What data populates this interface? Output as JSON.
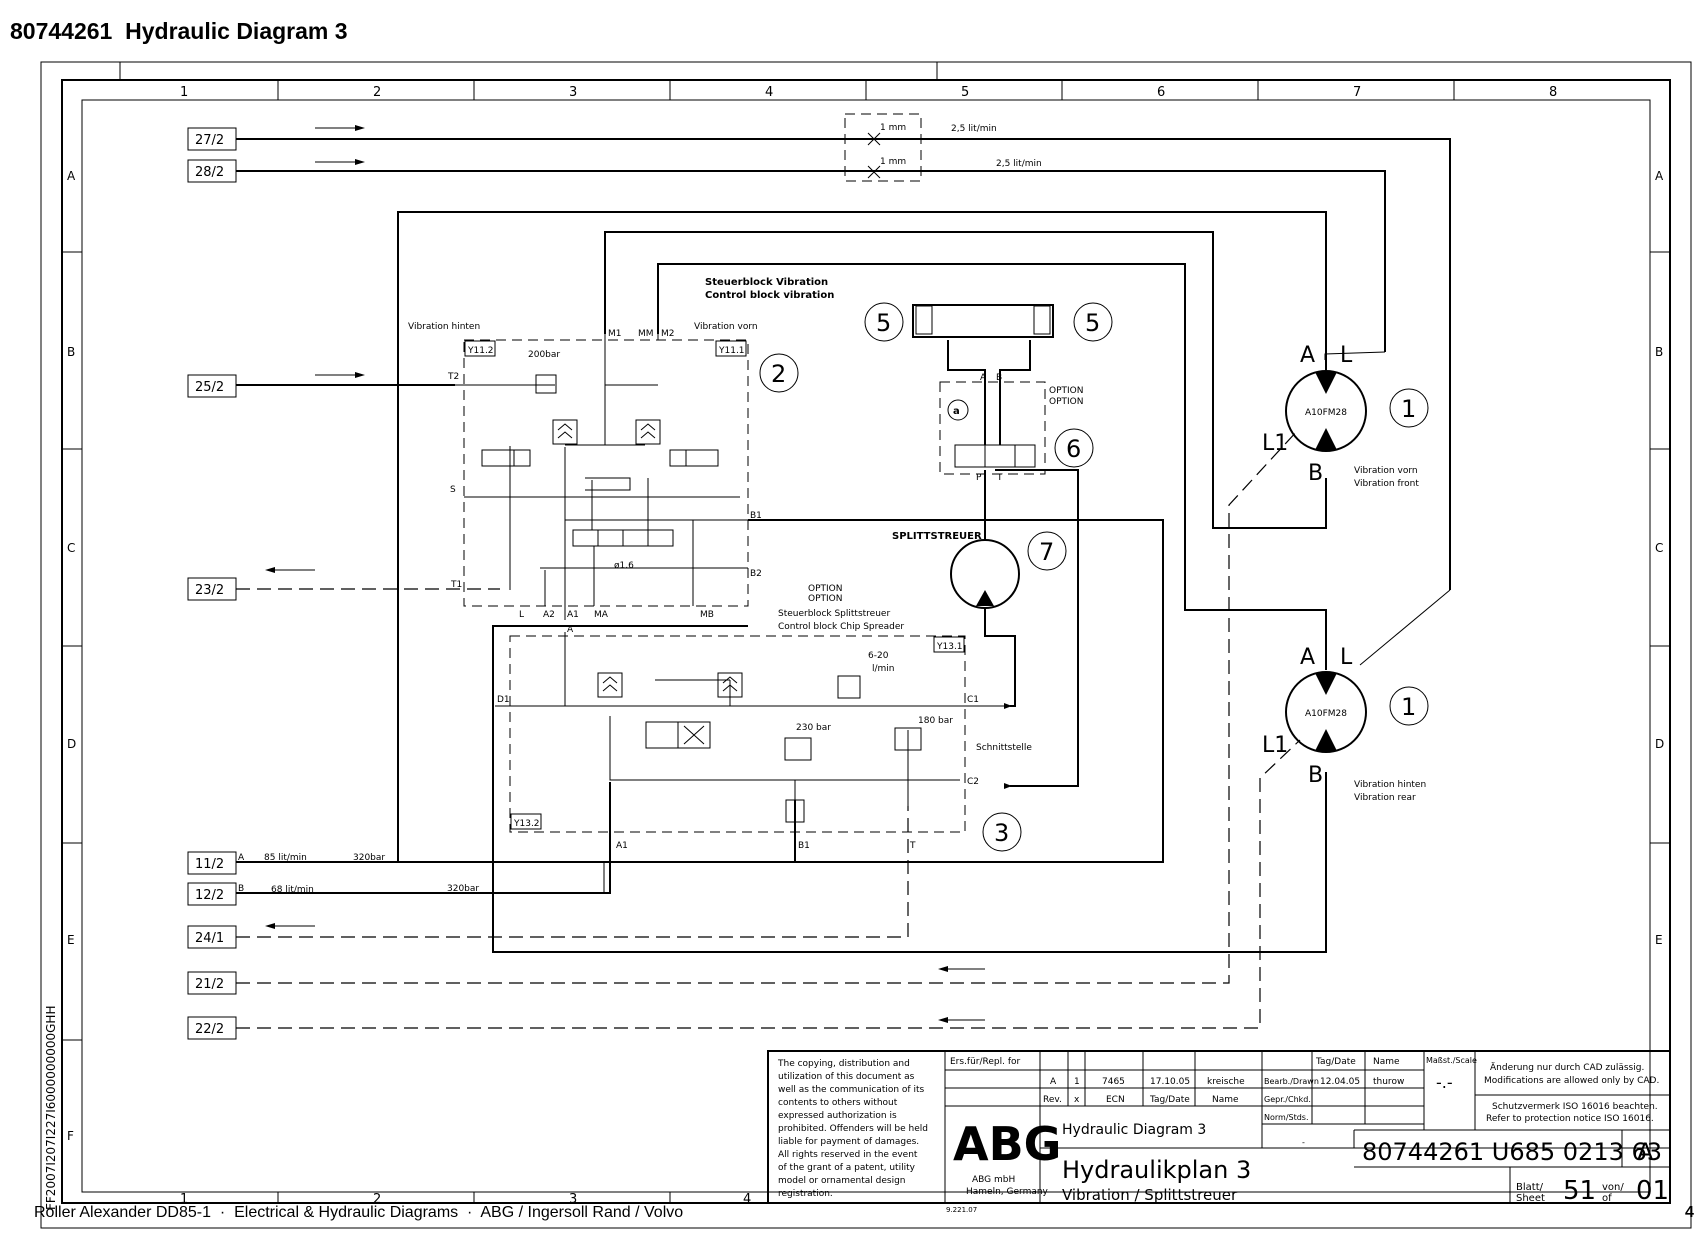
{
  "header": {
    "title": "80744261  Hydraulic Diagram 3"
  },
  "footer": {
    "text": "Roller Alexander DD85-1  ·  Electrical & Hydraulic Diagrams  ·  ABG / Ingersoll Rand / Volvo",
    "page": "4"
  },
  "frame": {
    "columns": [
      "1",
      "2",
      "3",
      "4",
      "5",
      "6",
      "7",
      "8"
    ],
    "rows": [
      "A",
      "B",
      "C",
      "D",
      "E",
      "F"
    ],
    "bottom_columns": [
      "1",
      "2",
      "3",
      "4"
    ],
    "side_code": "FF2007I207I227I6000000000GHH"
  },
  "connectors": [
    {
      "id": "27/2"
    },
    {
      "id": "28/2"
    },
    {
      "id": "25/2"
    },
    {
      "id": "23/2"
    },
    {
      "id": "11/2"
    },
    {
      "id": "12/2"
    },
    {
      "id": "24/1"
    },
    {
      "id": "21/2"
    },
    {
      "id": "22/2"
    }
  ],
  "annotations": {
    "orifice_1": "1 mm",
    "orifice_2": "1 mm",
    "flow_1": "2,5 lit/min",
    "flow_2": "2,5 lit/min",
    "a_flow": "85 lit/min",
    "a_pressure": "320bar",
    "a_port": "A",
    "b_flow": "68 lit/min",
    "b_pressure": "320bar",
    "b_port": "B",
    "steuerblock_de": "Steuerblock Vibration",
    "steuerblock_en": "Control block vibration",
    "vib_hinten": "Vibration hinten",
    "vib_vorn": "Vibration vorn",
    "y112": "Y11.2",
    "y111": "Y11.1",
    "y131": "Y13.1",
    "y132": "Y13.2",
    "bar200": "200bar",
    "t2": "T2",
    "t1": "T1",
    "s": "S",
    "b1": "B1",
    "b2": "B2",
    "m1": "M1",
    "mm": "MM",
    "m2": "M2",
    "p_l": "L",
    "p_a2": "A2",
    "p_a1": "A1",
    "p_ma": "MA",
    "p_mb": "MB",
    "p_a": "A",
    "phi16": "ø1.6",
    "splitt": "SPLITTSTREUER",
    "opt1": "OPTION",
    "opt2": "OPTION",
    "opt3": "OPTION",
    "opt4": "OPTION",
    "chip_de": "Steuerblock Splittstreuer",
    "chip_en": "Control block Chip Spreader",
    "d1": "D1",
    "c1": "C1",
    "c2": "C2",
    "a1b": "A1",
    "b1b": "B1",
    "tb": "T",
    "flow620": "6-20",
    "lmin": "l/min",
    "bar230": "230 bar",
    "bar180": "180 bar",
    "schnitt": "Schnittstelle",
    "va": "A",
    "vb": "B",
    "vp": "P",
    "vt": "T",
    "circ_a": "a",
    "motor_model": "A10FM28",
    "motor_model2": "A10FM28",
    "m1_a": "A",
    "m1_l": "L",
    "m1_l1": "L1",
    "m1_b": "B",
    "m2_a": "A",
    "m2_l": "L",
    "m2_l1": "L1",
    "m2_b": "B",
    "front_de": "Vibration vorn",
    "front_en": "Vibration front",
    "rear_de": "Vibration hinten",
    "rear_en": "Vibration rear",
    "n1": "1",
    "n1b": "1",
    "n2": "2",
    "n3": "3",
    "n5a": "5",
    "n5b": "5",
    "n6": "6",
    "n7": "7"
  },
  "title_block": {
    "copyright": [
      "The copying, distribution and",
      "utilization of this document as",
      "well as the communication of its",
      "contents to others without",
      "expressed authorization is",
      "prohibited. Offenders will be held",
      "liable for payment of damages.",
      "All rights reserved in the event",
      "of the grant of a patent, utility",
      "model or ornamental design",
      "registration."
    ],
    "ers_label": "Ers.für/Repl. for",
    "rev_row": [
      "A",
      "1",
      "7465",
      "17.10.05",
      "kreische"
    ],
    "rev_header": [
      "Rev.",
      "x",
      "ECN",
      "Tag/Date",
      "Name"
    ],
    "company": "ABG",
    "company_addr1": "ABG mbH",
    "company_addr2": "Hameln, Germany",
    "form_no": "9.221.07",
    "tag_date": "Tag/Date",
    "name_hdr": "Name",
    "bearb": "Bearb./Drawn",
    "bearb_date": "12.04.05",
    "bearb_name": "thurow",
    "gepr": "Gepr./Chkd.",
    "norm": "Norm/Stds.",
    "scale_label": "Maßst./Scale",
    "scale": "-.-",
    "cad_de": "Änderung nur durch CAD zulässig.",
    "cad_en": "Modifications are allowed only by CAD.",
    "iso_de": "Schutzvermerk ISO 16016 beachten.",
    "iso_en": "Refer to protection notice ISO 16016.",
    "title_en": "Hydraulic Diagram 3",
    "title_de": "Hydraulikplan 3",
    "subtitle": "Vibration / Splittstreuer",
    "drawing_no": "80744261 U685 0213 63",
    "rev_letter": "A",
    "blatt": "Blatt/",
    "sheet": "Sheet",
    "sheet_no": "51",
    "von": "von/",
    "of": "of",
    "total": "01",
    "dash": "-"
  }
}
